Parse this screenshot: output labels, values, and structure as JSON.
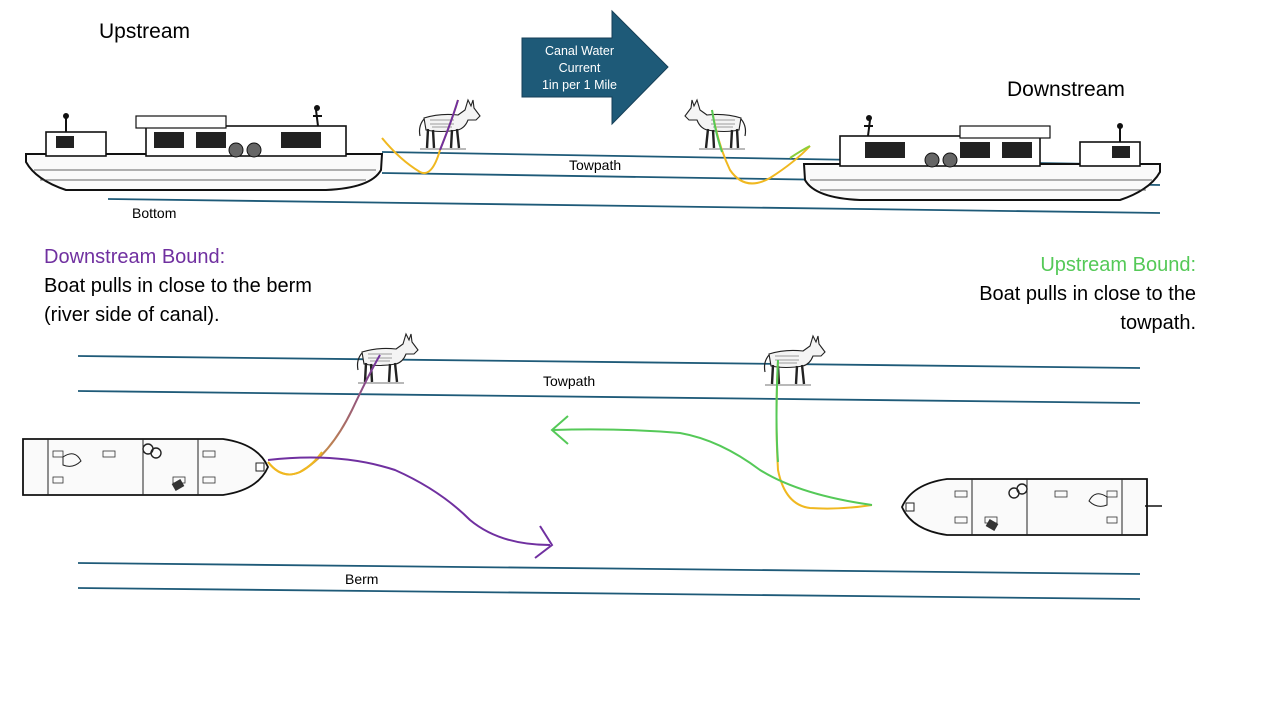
{
  "labels": {
    "upstream": "Upstream",
    "downstream": "Downstream",
    "towpath_top": "Towpath",
    "bottom": "Bottom",
    "towpath_plan": "Towpath",
    "berm": "Berm"
  },
  "current_arrow": {
    "line1": "Canal Water",
    "line2": "Current",
    "line3": "1in per 1 Mile",
    "color": "#1e5a78"
  },
  "downstream_bound": {
    "title": "Downstream Bound:",
    "line1": "Boat pulls in close to the berm",
    "line2": "(river side of canal).",
    "color": "#7030a0"
  },
  "upstream_bound": {
    "title": "Upstream Bound:",
    "line1": "Boat pulls in close to the",
    "line2": "towpath.",
    "color": "#55c958"
  },
  "colors": {
    "canal_line": "#1e5a78",
    "tow_rope": "#f0b820"
  }
}
